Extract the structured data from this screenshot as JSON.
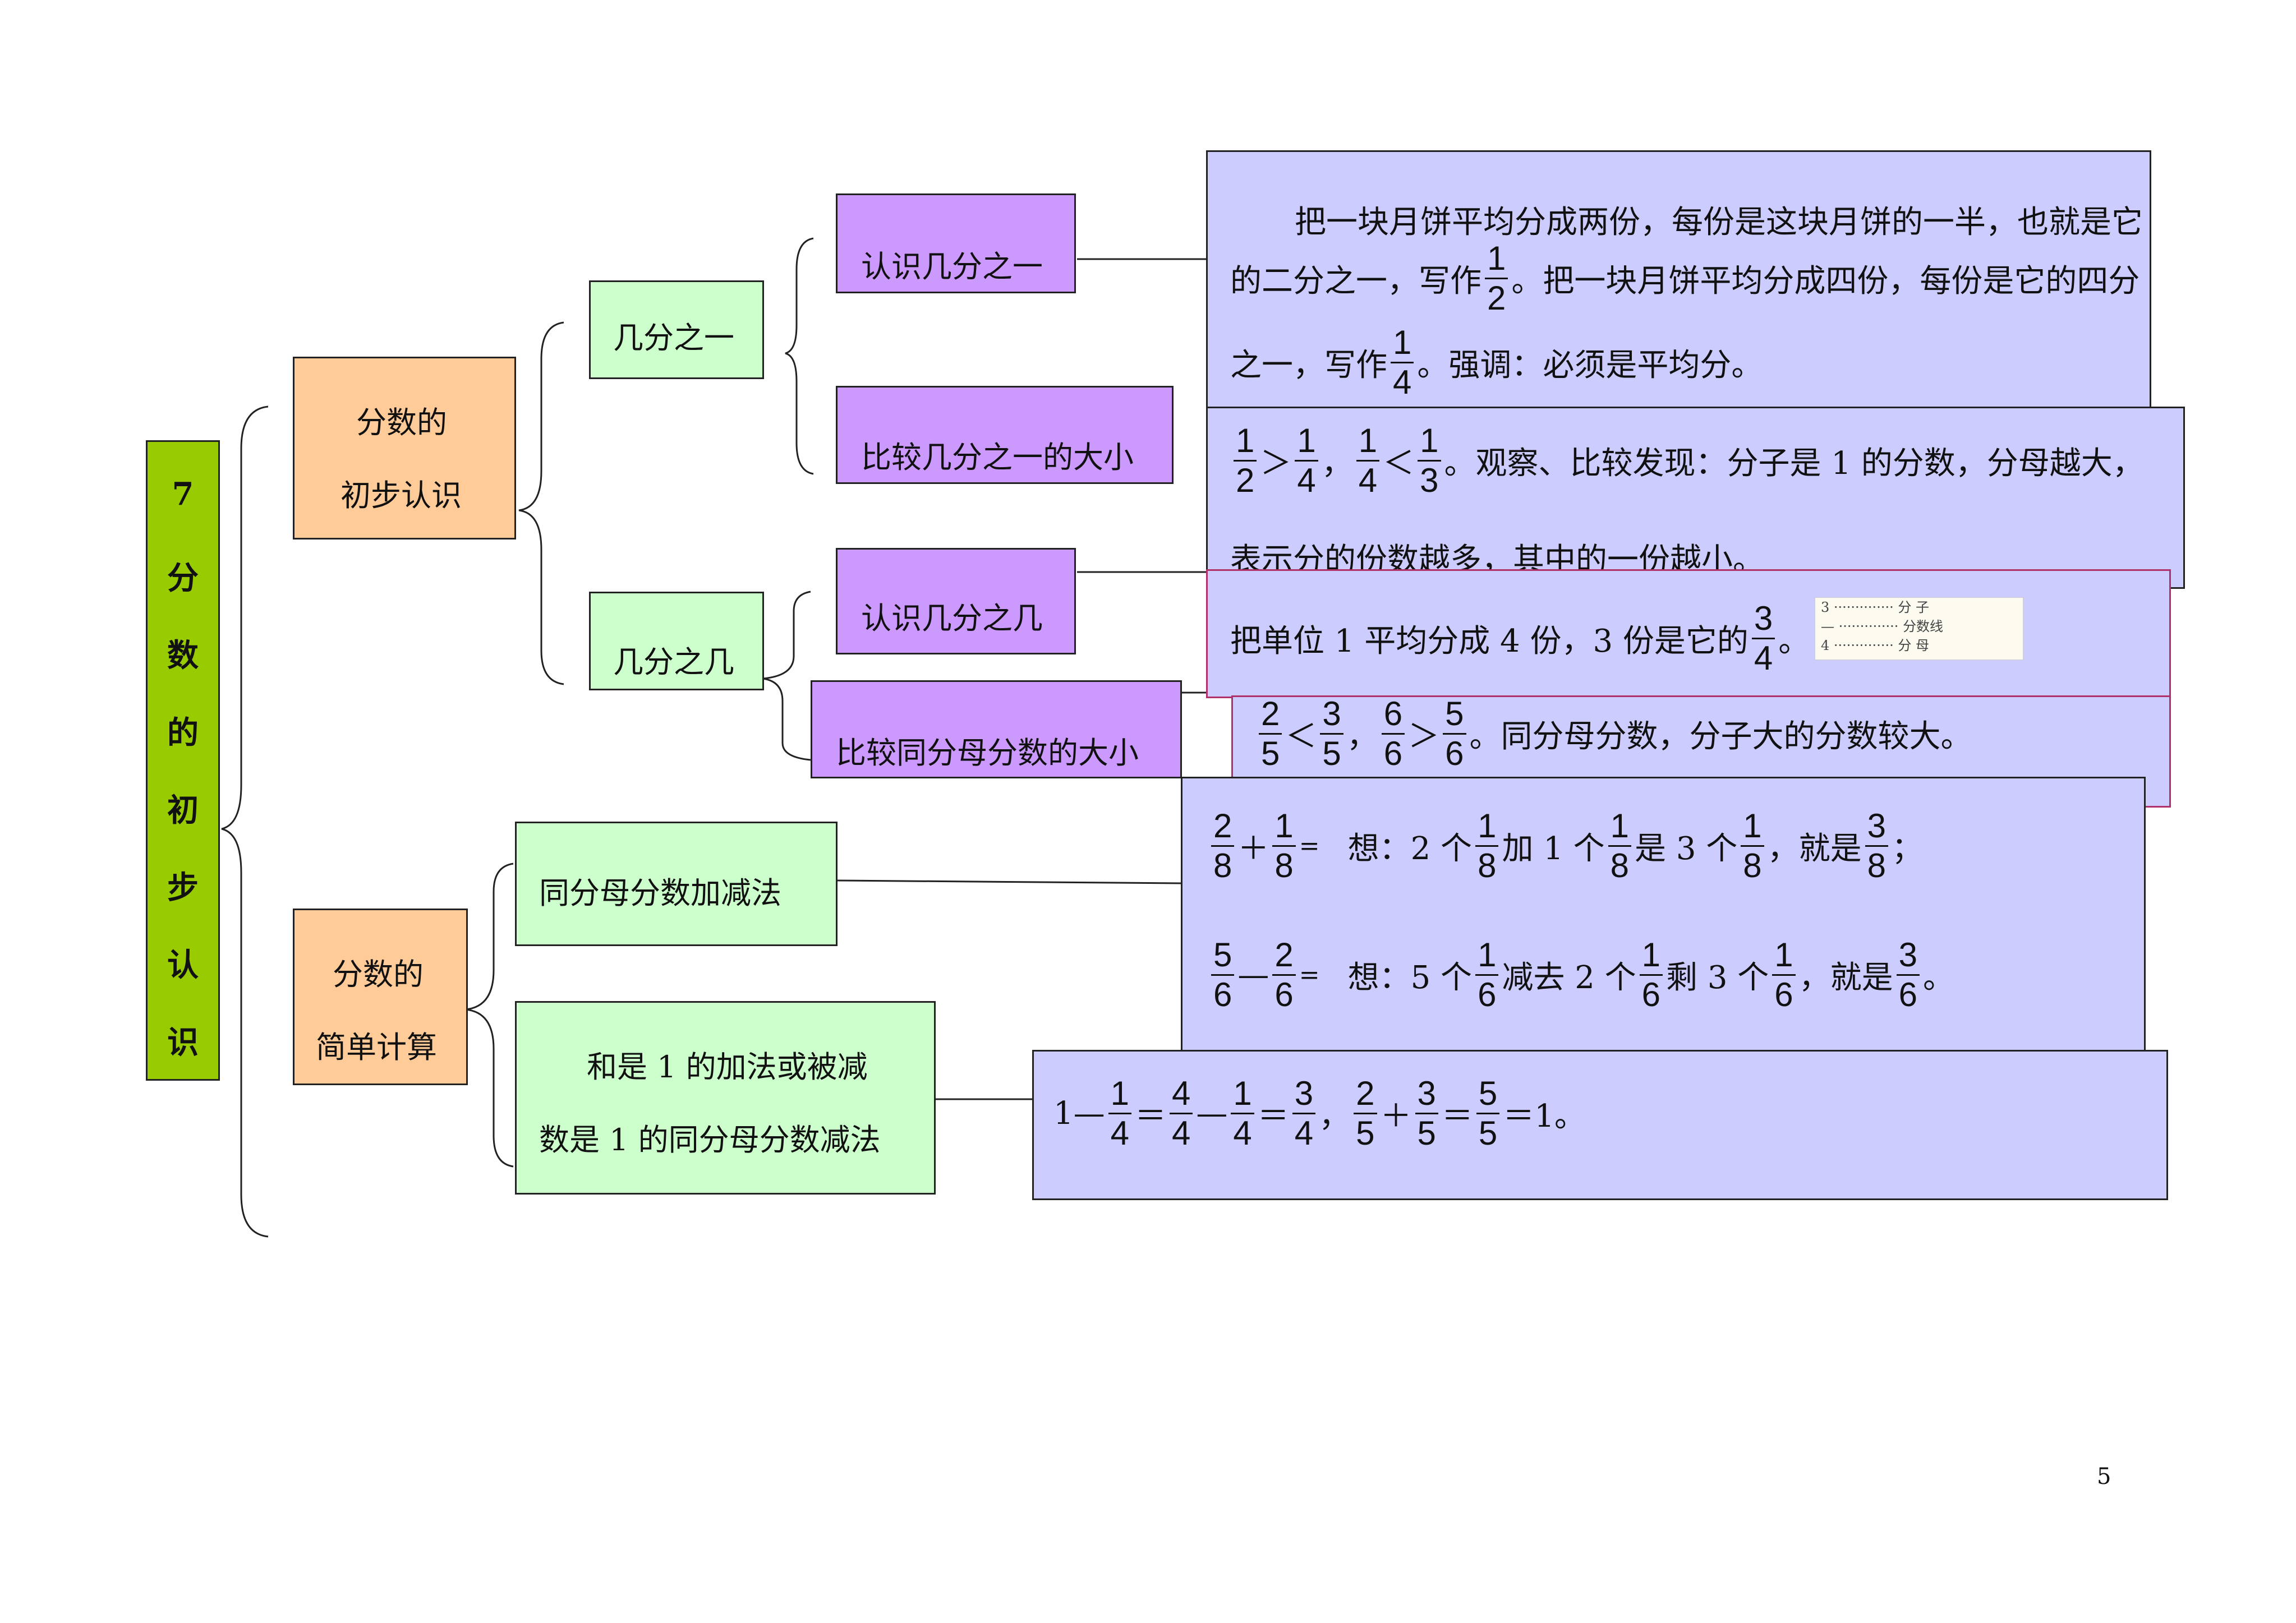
{
  "root": {
    "chars": [
      "7",
      "分",
      "数",
      "的",
      "初",
      "步",
      "认",
      "识"
    ]
  },
  "branch1": {
    "line1": "分数的",
    "line2": "初步认识"
  },
  "branch2": {
    "line1": "分数的",
    "line2": "简单计算"
  },
  "nodes": {
    "jifenzhiyi": "几分之一",
    "jifenzhiji": "几分之几",
    "tongfenmu_jiajian": "同分母分数加减法",
    "he1_line1": "和是 1 的加法或被减",
    "he1_line2": "数是 1 的同分母分数减法",
    "renshi_yi": "认识几分之一",
    "bijiao_yi": "比较几分之一的大小",
    "renshi_ji": "认识几分之几",
    "bijiao_tong": "比较同分母分数的大小"
  },
  "notes": {
    "n1": {
      "a": "把一块月饼平均分成两份，每份是这块月饼的一半，也就是它",
      "b1": "的二分之一，写作",
      "f1": [
        "1",
        "2"
      ],
      "b2": "。把一块月饼平均分成四份，每份是它的四分",
      "c1": "之一，写作",
      "f2": [
        "1",
        "4"
      ],
      "c2": "。强调：必须是平均分。"
    },
    "n2": {
      "f1": [
        "1",
        "2"
      ],
      "op1": "＞",
      "f2": [
        "1",
        "4"
      ],
      "sep": "，",
      "f3": [
        "1",
        "4"
      ],
      "op2": "＜",
      "f4": [
        "1",
        "3"
      ],
      "t1": "。观察、比较发现：分子是 1 的分数，分母越大，",
      "t2": "表示分的份数越多，其中的一份越小。"
    },
    "n3": {
      "t1": "把单位 1 平均分成 4 份，3 份是它的",
      "f": [
        "3",
        "4"
      ],
      "t2": "。",
      "legend": [
        "3 ·············· 分 子",
        "— ·············· 分数线",
        "4 ·············· 分 母"
      ]
    },
    "n4": {
      "f1": [
        "2",
        "5"
      ],
      "op1": "＜",
      "f2": [
        "3",
        "5"
      ],
      "sep": "，",
      "f3": [
        "6",
        "6"
      ],
      "op2": "＞",
      "f4": [
        "5",
        "6"
      ],
      "t": "。同分母分数，分子大的分数较大。"
    },
    "n5": {
      "r1": {
        "f1": [
          "2",
          "8"
        ],
        "op": "＋",
        "f2": [
          "1",
          "8"
        ],
        "eq": "=",
        "t1": "想：2 个",
        "f3": [
          "1",
          "8"
        ],
        "t2": "加 1 个",
        "f4": [
          "1",
          "8"
        ],
        "t3": "是 3 个",
        "f5": [
          "1",
          "8"
        ],
        "t4": "，就是",
        "f6": [
          "3",
          "8"
        ],
        "t5": "；"
      },
      "r2": {
        "f1": [
          "5",
          "6"
        ],
        "op": "—",
        "f2": [
          "2",
          "6"
        ],
        "eq": "=",
        "t1": "想：5 个",
        "f3": [
          "1",
          "6"
        ],
        "t2": "减去 2 个",
        "f4": [
          "1",
          "6"
        ],
        "t3": "剩 3 个",
        "f5": [
          "1",
          "6"
        ],
        "t4": "，就是",
        "f6": [
          "3",
          "6"
        ],
        "t5": "。"
      }
    },
    "n6": {
      "t0": "1—",
      "f1": [
        "1",
        "4"
      ],
      "eq1": "＝",
      "f2": [
        "4",
        "4"
      ],
      "op1": "—",
      "f3": [
        "1",
        "4"
      ],
      "eq2": "＝",
      "f4": [
        "3",
        "4"
      ],
      "sep": "，",
      "f5": [
        "2",
        "5"
      ],
      "op2": "＋",
      "f6": [
        "3",
        "5"
      ],
      "eq3": "＝",
      "f7": [
        "5",
        "5"
      ],
      "t1": "＝1。"
    }
  },
  "page_number": "5",
  "colors": {
    "root": "#99cc00",
    "level1": "#ffcc99",
    "level2": "#ccffcc",
    "level3": "#cc99ff",
    "note": "#ccccff"
  }
}
